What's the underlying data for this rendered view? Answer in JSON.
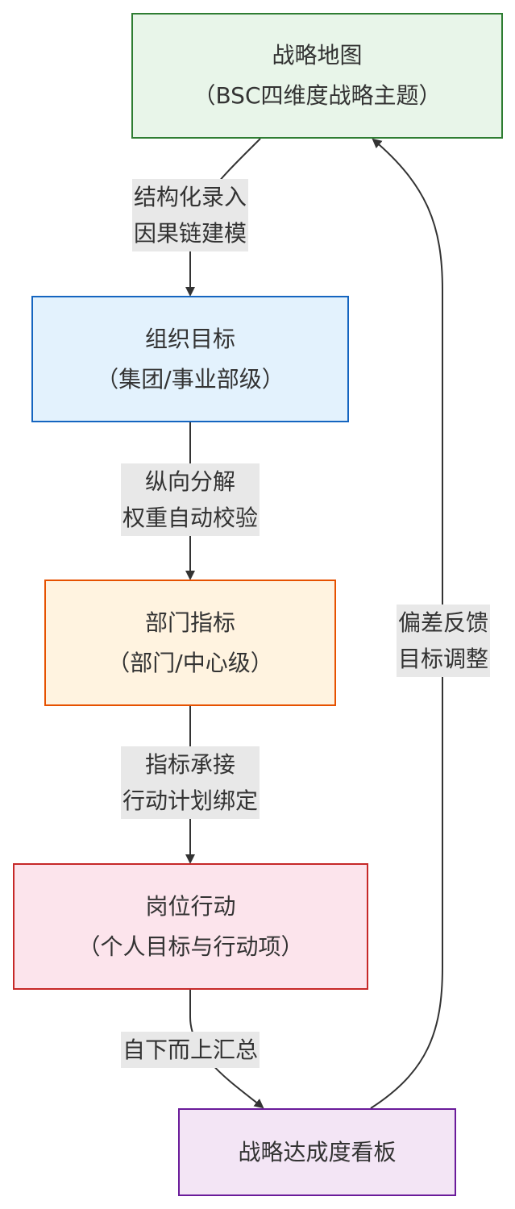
{
  "colors": {
    "edge": "#333333",
    "label_bg": "#e8e8e8",
    "strategy_map_fill": "#e8f5e9",
    "strategy_map_border": "#2e7d32",
    "org_goal_fill": "#e3f2fd",
    "org_goal_border": "#1565c0",
    "dept_kpi_fill": "#fff3e0",
    "dept_kpi_border": "#e65100",
    "post_action_fill": "#fce4ec",
    "post_action_border": "#c62828",
    "dashboard_fill": "#f3e5f5",
    "dashboard_border": "#6a1b9a"
  },
  "nodes": {
    "strategy_map": {
      "line1": "战略地图",
      "line2": "（BSC四维度战略主题）"
    },
    "org_goal": {
      "line1": "组织目标",
      "line2": "（集团/事业部级）"
    },
    "dept_kpi": {
      "line1": "部门指标",
      "line2": "（部门/中心级）"
    },
    "post_action": {
      "line1": "岗位行动",
      "line2": "（个人目标与行动项）"
    },
    "dashboard": {
      "line1": "战略达成度看板"
    }
  },
  "edges": {
    "map_to_org": {
      "line1": "结构化录入",
      "line2": "因果链建模"
    },
    "org_to_dept": {
      "line1": "纵向分解",
      "line2": "权重自动校验"
    },
    "dept_to_post": {
      "line1": "指标承接",
      "line2": "行动计划绑定"
    },
    "post_to_dashboard": {
      "line1": "自下而上汇总"
    },
    "dashboard_to_map": {
      "line1": "偏差反馈",
      "line2": "目标调整"
    }
  }
}
